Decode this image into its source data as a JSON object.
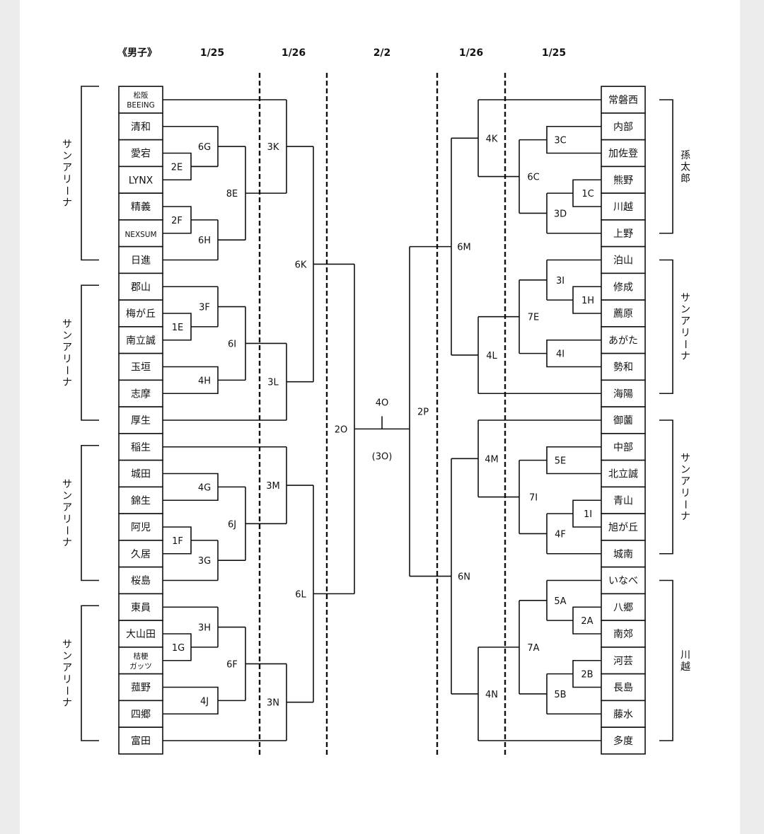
{
  "section_title": "《男子》",
  "dates": [
    "1/25",
    "1/26",
    "2/2",
    "1/26",
    "1/25"
  ],
  "left_teams": [
    "松阪\nBEEING",
    "清和",
    "愛宕",
    "LYNX",
    "精義",
    "NEXSUM",
    "日進",
    "郡山",
    "梅が丘",
    "南立誠",
    "玉垣",
    "志摩",
    "厚生",
    "稲生",
    "城田",
    "錦生",
    "阿児",
    "久居",
    "桜島",
    "東員",
    "大山田",
    "桔梗\nガッツ",
    "菰野",
    "四郷",
    "富田"
  ],
  "right_teams": [
    "常磐西",
    "内部",
    "加佐登",
    "熊野",
    "川越",
    "上野",
    "泊山",
    "修成",
    "薦原",
    "あがた",
    "勢和",
    "海陽",
    "御薗",
    "中部",
    "北立誠",
    "青山",
    "旭が丘",
    "城南",
    "いなべ",
    "八郷",
    "南郊",
    "河芸",
    "長島",
    "藤水",
    "多度"
  ],
  "left_venues": [
    "サンアリーナ",
    "サンアリーナ",
    "サンアリーナ",
    "サンアリーナ"
  ],
  "right_venues": [
    "孫太郎",
    "サンアリーナ",
    "サンアリーナ",
    "川越"
  ],
  "matches": {
    "left": {
      "r1": [
        "2E",
        "2F",
        "1E",
        "1F",
        "1G"
      ],
      "r2": [
        "6G",
        "6H",
        "3F",
        "4H",
        "4G",
        "3G",
        "3H",
        "4J"
      ],
      "r3": [
        "8E",
        "6I",
        "6J",
        "6F"
      ],
      "r4": [
        "3K",
        "3L",
        "3M",
        "3N"
      ],
      "r5": [
        "6K",
        "6L"
      ],
      "semi": "2O"
    },
    "right": {
      "r1": [
        "1C",
        "1H",
        "1I",
        "2A",
        "2B"
      ],
      "r2": [
        "3C",
        "3D",
        "3I",
        "4I",
        "5E",
        "4F",
        "5A",
        "5B"
      ],
      "r3": [
        "6C",
        "7E",
        "7I",
        "7A"
      ],
      "r4": [
        "4K",
        "4L",
        "4M",
        "4N"
      ],
      "r5": [
        "6M",
        "6N"
      ],
      "semi": "2P"
    },
    "final": "4O",
    "final_sub": "(3O)"
  }
}
